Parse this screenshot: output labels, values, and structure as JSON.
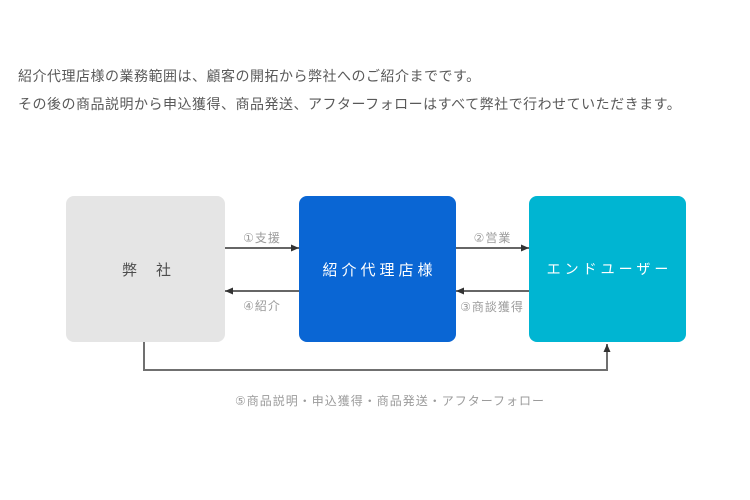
{
  "intro": {
    "line1": "紹介代理店様の業務範囲は、顧客の開拓から弊社へのご紹介までです。",
    "line2": "その後の商品説明から申込獲得、商品発送、アフターフォローはすべて弊社で行わせていただきます。"
  },
  "diagram": {
    "nodes": [
      {
        "id": "our-company",
        "label": "弊　社",
        "color": "#e5e5e5",
        "text_color": "#4d4d4d"
      },
      {
        "id": "agency",
        "label": "紹介代理店様",
        "color": "#0a66d4",
        "text_color": "#ffffff"
      },
      {
        "id": "end-user",
        "label": "エンドユーザー",
        "color": "#00b5d2",
        "text_color": "#ffffff"
      }
    ],
    "arrows": [
      {
        "step": "①",
        "label": "①支援",
        "from": "our-company",
        "to": "agency"
      },
      {
        "step": "②",
        "label": "②営業",
        "from": "agency",
        "to": "end-user"
      },
      {
        "step": "③",
        "label": "③商談獲得",
        "from": "end-user",
        "to": "agency"
      },
      {
        "step": "④",
        "label": "④紹介",
        "from": "agency",
        "to": "our-company"
      },
      {
        "step": "⑤",
        "label": "⑤商品説明・申込獲得・商品発送・アフターフォロー",
        "from": "our-company",
        "to": "end-user"
      }
    ],
    "arrow_label_color": "#9b9b9b",
    "arrow_line_color": "#333333",
    "flow_line_color": "#707070"
  }
}
